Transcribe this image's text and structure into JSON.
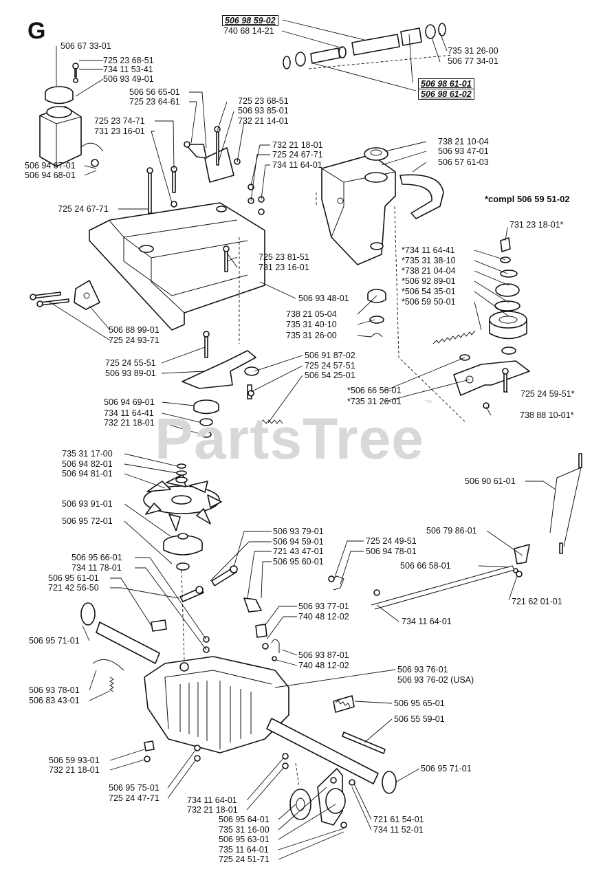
{
  "section_letter": "G",
  "compl_note": "*compl 506 59 51-02",
  "watermark": "PartsTree",
  "watermark_tm": "™",
  "callouts": [
    {
      "id": "c1",
      "text": "506 98 59-02",
      "boxed": true
    },
    {
      "id": "c2",
      "text": "740 68 14-21"
    },
    {
      "id": "c3",
      "text": "735 31 26-00"
    },
    {
      "id": "c4",
      "text": "506 77 34-01"
    },
    {
      "id": "c5",
      "text": "506 98 61-01",
      "boxed": true
    },
    {
      "id": "c6",
      "text": "506 98 61-02",
      "boxed": true
    },
    {
      "id": "c7",
      "text": "506 67 33-01"
    },
    {
      "id": "c8",
      "text": "725 23 68-51"
    },
    {
      "id": "c9",
      "text": "734 11 53-41"
    },
    {
      "id": "c10",
      "text": "506 93 49-01"
    },
    {
      "id": "c11",
      "text": "506 56 65-01"
    },
    {
      "id": "c12",
      "text": "725 23 64-61"
    },
    {
      "id": "c13",
      "text": "725 23 68-51"
    },
    {
      "id": "c14",
      "text": "506 93 85-01"
    },
    {
      "id": "c15",
      "text": "732 21 14-01"
    },
    {
      "id": "c16",
      "text": "725 23 74-71"
    },
    {
      "id": "c17",
      "text": "731 23 16-01"
    },
    {
      "id": "c18",
      "text": "732 21 18-01"
    },
    {
      "id": "c19",
      "text": "725 24 67-71"
    },
    {
      "id": "c20",
      "text": "734 11 64-01"
    },
    {
      "id": "c21",
      "text": "738 21 10-04"
    },
    {
      "id": "c22",
      "text": "506 93 47-01"
    },
    {
      "id": "c23",
      "text": "506 57 61-03"
    },
    {
      "id": "c24",
      "text": "506 94 67-01"
    },
    {
      "id": "c25",
      "text": "506 94 68-01"
    },
    {
      "id": "c26",
      "text": "725 24 67-71"
    },
    {
      "id": "c27",
      "text": "731 23 18-01*"
    },
    {
      "id": "c28",
      "text": "*734 11 64-41"
    },
    {
      "id": "c29",
      "text": "*735 31 38-10"
    },
    {
      "id": "c30",
      "text": "*738 21 04-04"
    },
    {
      "id": "c31",
      "text": "*506 92 89-01"
    },
    {
      "id": "c32",
      "text": "*506 54 35-01"
    },
    {
      "id": "c33",
      "text": "*506 59 50-01"
    },
    {
      "id": "c34",
      "text": "725 23 81-51"
    },
    {
      "id": "c35",
      "text": "731 23 16-01"
    },
    {
      "id": "c36",
      "text": "506 93 48-01"
    },
    {
      "id": "c37",
      "text": "738 21 05-04"
    },
    {
      "id": "c38",
      "text": "735 31 40-10"
    },
    {
      "id": "c39",
      "text": "735 31 26-00"
    },
    {
      "id": "c40",
      "text": "506 88 99-01"
    },
    {
      "id": "c41",
      "text": "725 24 93-71"
    },
    {
      "id": "c42",
      "text": "725 24 55-51"
    },
    {
      "id": "c43",
      "text": "506 93 89-01"
    },
    {
      "id": "c44",
      "text": "506 91 87-02"
    },
    {
      "id": "c45",
      "text": "725 24 57-51"
    },
    {
      "id": "c46",
      "text": "506 54 25-01"
    },
    {
      "id": "c47",
      "text": "*506 66 56-01"
    },
    {
      "id": "c48",
      "text": "*735 31 26-01"
    },
    {
      "id": "c49",
      "text": "725 24 59-51*"
    },
    {
      "id": "c50",
      "text": "738 88 10-01*"
    },
    {
      "id": "c51",
      "text": "506 94 69-01"
    },
    {
      "id": "c52",
      "text": "734 11 64-41"
    },
    {
      "id": "c53",
      "text": "732 21 18-01"
    },
    {
      "id": "c54",
      "text": "735 31 17-00"
    },
    {
      "id": "c55",
      "text": "506 94 82-01"
    },
    {
      "id": "c56",
      "text": "506 94 81-01"
    },
    {
      "id": "c57",
      "text": "506 90 61-01"
    },
    {
      "id": "c58",
      "text": "506 93 91-01"
    },
    {
      "id": "c59",
      "text": "506 95 72-01"
    },
    {
      "id": "c60",
      "text": "506 93 79-01"
    },
    {
      "id": "c61",
      "text": "506 94 59-01"
    },
    {
      "id": "c62",
      "text": "721 43 47-01"
    },
    {
      "id": "c63",
      "text": "506 95 60-01"
    },
    {
      "id": "c64",
      "text": "725 24 49-51"
    },
    {
      "id": "c65",
      "text": "506 94 78-01"
    },
    {
      "id": "c66",
      "text": "506 79 86-01"
    },
    {
      "id": "c67",
      "text": "506 95 66-01"
    },
    {
      "id": "c68",
      "text": "734 11 78-01"
    },
    {
      "id": "c69",
      "text": "506 95 61-01"
    },
    {
      "id": "c70",
      "text": "721 42 56-50"
    },
    {
      "id": "c71",
      "text": "506 66 58-01"
    },
    {
      "id": "c72",
      "text": "721 62 01-01"
    },
    {
      "id": "c73",
      "text": "506 93 77-01"
    },
    {
      "id": "c74",
      "text": "740 48 12-02"
    },
    {
      "id": "c75",
      "text": "734 11 64-01"
    },
    {
      "id": "c76",
      "text": "506 95 71-01"
    },
    {
      "id": "c77",
      "text": "506 93 87-01"
    },
    {
      "id": "c78",
      "text": "740 48 12-02"
    },
    {
      "id": "c79",
      "text": "506 93 76-01"
    },
    {
      "id": "c80",
      "text": "506 93 76-02 (USA)"
    },
    {
      "id": "c81",
      "text": "506 93 78-01"
    },
    {
      "id": "c82",
      "text": "506 83 43-01"
    },
    {
      "id": "c83",
      "text": "506 95 65-01"
    },
    {
      "id": "c84",
      "text": "506 55 59-01"
    },
    {
      "id": "c85",
      "text": "506 59 93-01"
    },
    {
      "id": "c86",
      "text": "732 21 18-01"
    },
    {
      "id": "c87",
      "text": "506 95 71-01"
    },
    {
      "id": "c88",
      "text": "506 95 75-01"
    },
    {
      "id": "c89",
      "text": "725 24 47-71"
    },
    {
      "id": "c90",
      "text": "734 11 64-01"
    },
    {
      "id": "c91",
      "text": "732 21 18-01"
    },
    {
      "id": "c92",
      "text": "506 95 64-01"
    },
    {
      "id": "c93",
      "text": "721 61 54-01"
    },
    {
      "id": "c94",
      "text": "735 31 16-00"
    },
    {
      "id": "c95",
      "text": "734 11 52-01"
    },
    {
      "id": "c96",
      "text": "506 95 63-01"
    },
    {
      "id": "c97",
      "text": "735 11 64-01"
    },
    {
      "id": "c98",
      "text": "725 24 51-71"
    }
  ]
}
